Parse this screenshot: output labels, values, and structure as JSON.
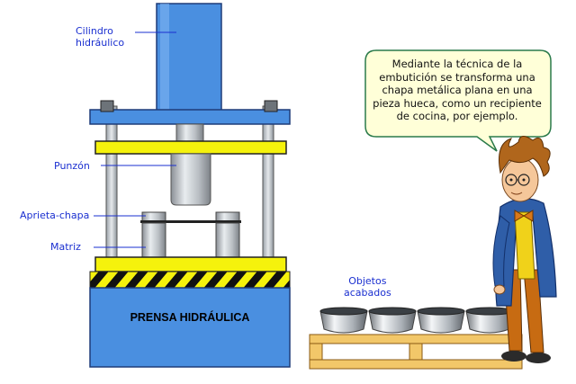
{
  "labels": {
    "cylinder": "Cilindro\nhidráulico",
    "punch": "Punzón",
    "blank_holder": "Aprieta-chapa",
    "die": "Matriz",
    "finished": "Objetos\nacabados",
    "press": "PRENSA HIDRÁULICA"
  },
  "speech": "Mediante la técnica de la embutición se transforma una chapa metálica plana en una pieza hueca, como un recipiente de cocina, por ejemplo.",
  "colors": {
    "press_blue": "#4a8fe0",
    "yellow": "#f5f20c",
    "label_blue": "#1a2fd0",
    "bubble_fill": "#ffffd8",
    "bubble_border": "#2a7a4a",
    "pallet": "#f2c769"
  },
  "icons": [
    "character-figure",
    "bowl-icon"
  ]
}
